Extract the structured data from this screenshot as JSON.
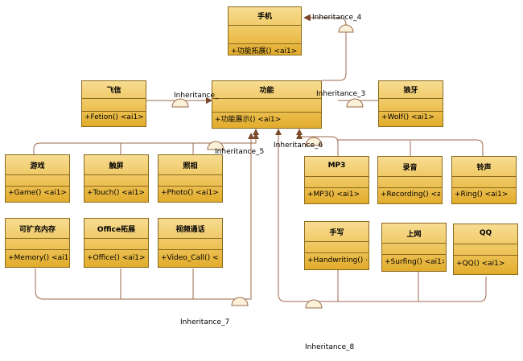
{
  "classes": {
    "shouji": {
      "name": "手机",
      "op": "+功能拓展()  <ai1>"
    },
    "gongneng": {
      "name": "功能",
      "op": "+功能展示()  <ai1>"
    },
    "feixin": {
      "name": "飞信",
      "op": "+Fetion()  <ai1>"
    },
    "langya": {
      "name": "狼牙",
      "op": "+Wolf()  <ai1>"
    },
    "youxi": {
      "name": "游戏",
      "op": "+Game()  <ai1>"
    },
    "chuping": {
      "name": "触屏",
      "op": "+Touch()  <ai1>"
    },
    "zhaoxiang": {
      "name": "照相",
      "op": "+Photo()  <ai1>"
    },
    "mp3": {
      "name": "MP3",
      "op": "+MP3()  <ai1>"
    },
    "luyin": {
      "name": "录音",
      "op": "+Recording()  <a"
    },
    "lingsheng": {
      "name": "铃声",
      "op": "+Ring()  <ai1>"
    },
    "neicun": {
      "name": "可扩充内存",
      "op": "+Memory()  <ai1"
    },
    "office": {
      "name": "Office拓展",
      "op": "+Office()  <ai1>"
    },
    "shipin": {
      "name": "视频通话",
      "op": "+Video_Call()  <"
    },
    "shouxie": {
      "name": "手写",
      "op": "+Handwriting()  <"
    },
    "shangwang": {
      "name": "上网",
      "op": "+Surfing()  <ai1>"
    },
    "qq": {
      "name": "QQ",
      "op": "+QQ()  <ai1>"
    }
  },
  "labels": {
    "inh3": "Inheritance_3",
    "inh4": "Inheritance_4",
    "inh5": "Inheritance_5",
    "inh6": "Inheritance_6",
    "inh7": "Inheritance_7",
    "inh8": "Inheritance_8",
    "inh_feixin": "Inheritance_"
  },
  "colors": {
    "box_top": "#f7dc92",
    "box_bottom": "#e2ac2c",
    "border": "#8a6a1e",
    "line": "#8b5a3c"
  }
}
